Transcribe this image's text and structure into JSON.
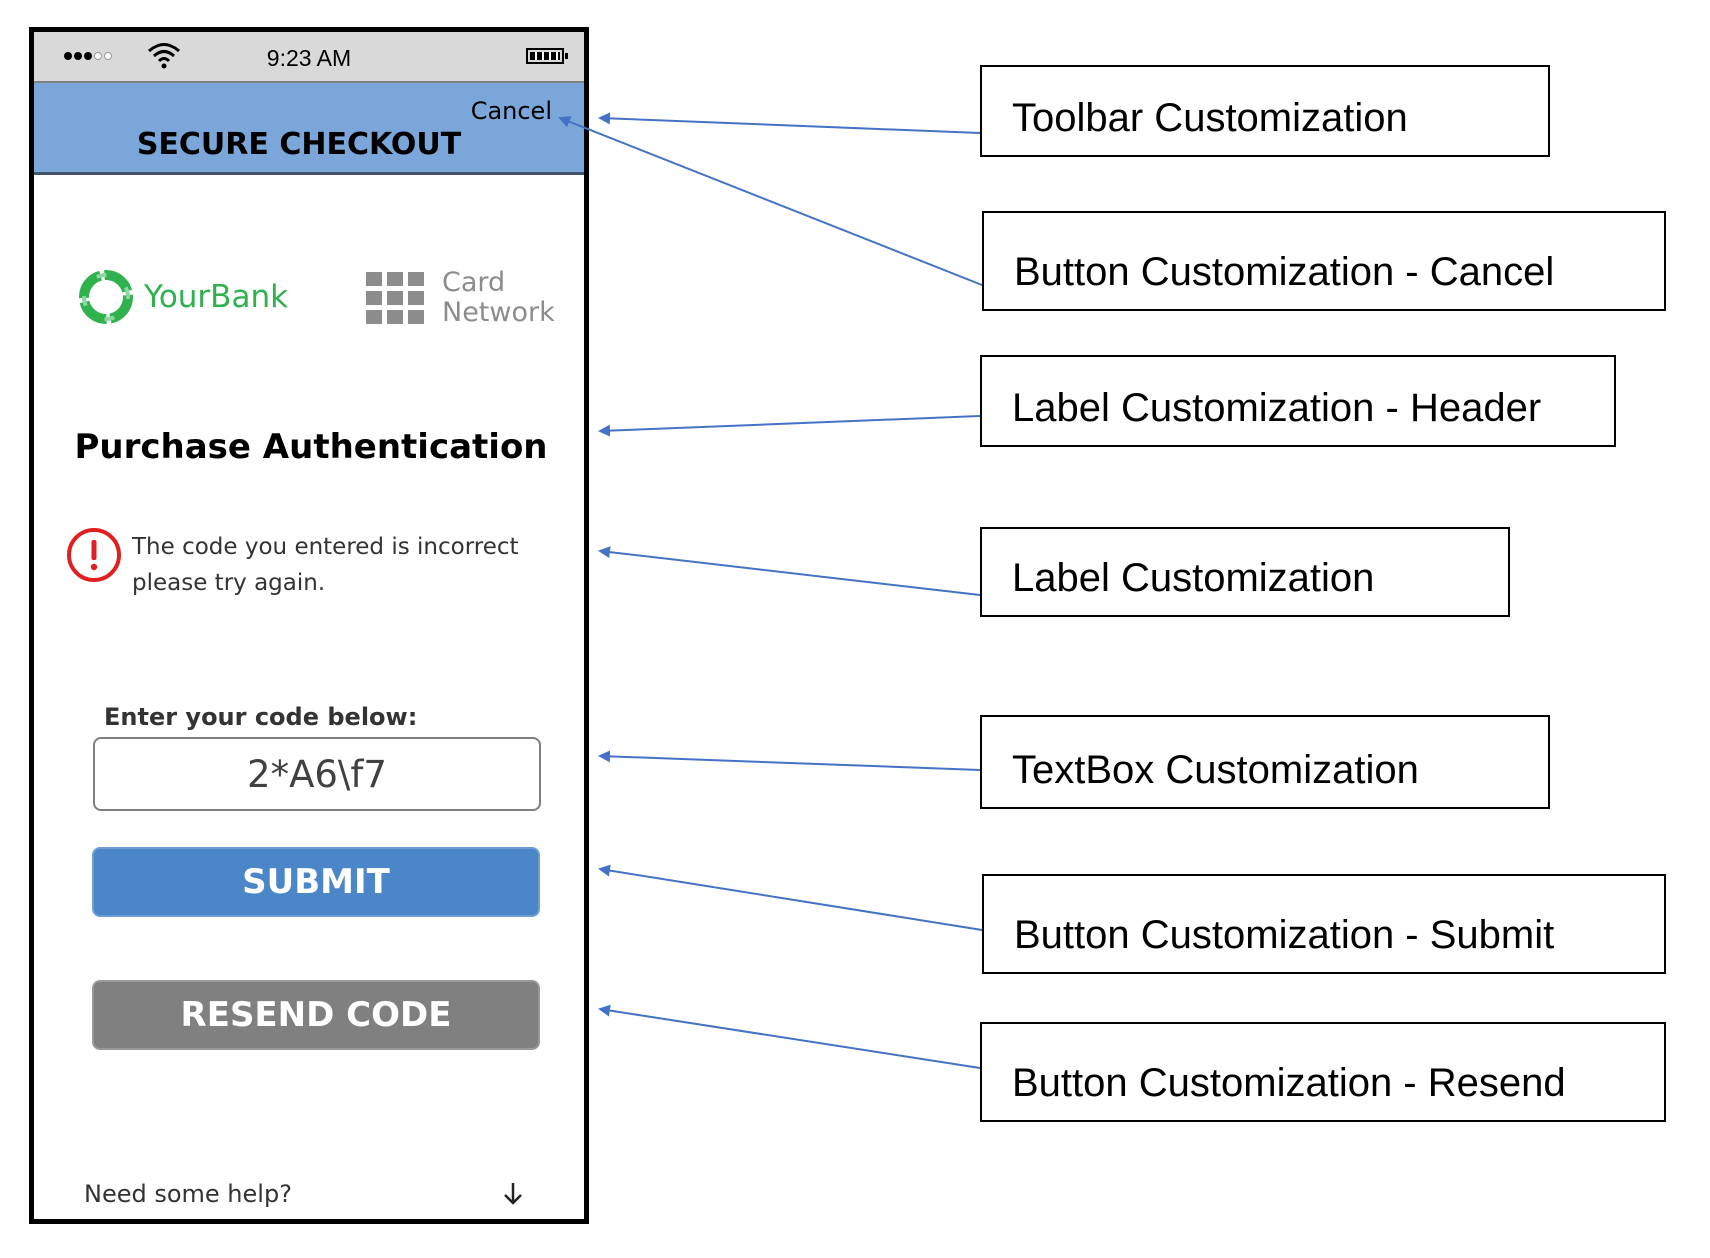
{
  "status_bar": {
    "time": "9:23 AM",
    "signal_dots_on": 3,
    "signal_dots_total": 5
  },
  "toolbar": {
    "cancel_label": "Cancel",
    "title": "SECURE CHECKOUT",
    "background": "#7aa6d9"
  },
  "logos": {
    "bank_name": "YourBank",
    "network_line1": "Card",
    "network_line2": "Network"
  },
  "content": {
    "header": "Purchase Authentication",
    "error_message": "The code you entered is incorrect please try again.",
    "code_label": "Enter your code below:",
    "code_value": "2*A6\\f7",
    "submit_label": "SUBMIT",
    "resend_label": "RESEND CODE",
    "help_text": "Need some help?"
  },
  "callouts": [
    {
      "label": "Toolbar Customization"
    },
    {
      "label": "Button Customization - Cancel"
    },
    {
      "label": "Label Customization - Header"
    },
    {
      "label": "Label Customization"
    },
    {
      "label": "TextBox Customization"
    },
    {
      "label": "Button Customization - Submit"
    },
    {
      "label": "Button Customization - Resend"
    }
  ],
  "colors": {
    "submit": "#4a86c8",
    "resend": "#808080",
    "bank_green": "#2fb14e",
    "error_red": "#e02020",
    "arrow_blue": "#4472c4"
  }
}
